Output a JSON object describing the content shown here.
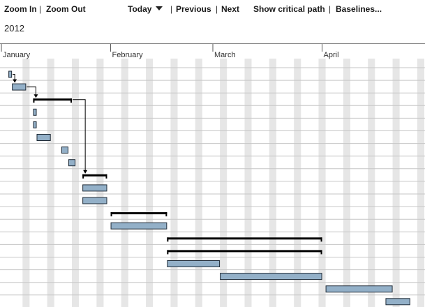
{
  "toolbar": {
    "zoom_in": "Zoom In",
    "zoom_out": "Zoom Out",
    "today": "Today",
    "previous": "Previous",
    "next": "Next",
    "critical_path": "Show critical path",
    "baselines": "Baselines...",
    "separator": "|"
  },
  "year_label": "2012",
  "months": [
    "January",
    "February",
    "March",
    "April"
  ],
  "colors": {
    "task_fill": "#93b0c8",
    "task_stroke": "#1e2a36",
    "summary": "#000000",
    "weekend_band": "#e6e6e6",
    "row_line": "#c6c6c6",
    "dependency": "#000000"
  },
  "chart_data": {
    "type": "gantt",
    "timeline_start": "2012-01-01",
    "timeline_end": "2012-04-30",
    "rows": [
      {
        "kind": "task",
        "start": "2012-01-03",
        "end": "2012-01-04"
      },
      {
        "kind": "task",
        "start": "2012-01-04",
        "end": "2012-01-08"
      },
      {
        "kind": "summary",
        "start": "2012-01-10",
        "end": "2012-01-21"
      },
      {
        "kind": "task",
        "start": "2012-01-10",
        "end": "2012-01-11"
      },
      {
        "kind": "task",
        "start": "2012-01-10",
        "end": "2012-01-11"
      },
      {
        "kind": "task",
        "start": "2012-01-11",
        "end": "2012-01-15"
      },
      {
        "kind": "task",
        "start": "2012-01-18",
        "end": "2012-01-20"
      },
      {
        "kind": "task",
        "start": "2012-01-20",
        "end": "2012-01-22"
      },
      {
        "kind": "summary",
        "start": "2012-01-24",
        "end": "2012-01-31"
      },
      {
        "kind": "task",
        "start": "2012-01-24",
        "end": "2012-01-31"
      },
      {
        "kind": "task",
        "start": "2012-01-24",
        "end": "2012-01-31"
      },
      {
        "kind": "summary",
        "start": "2012-02-01",
        "end": "2012-02-17"
      },
      {
        "kind": "task",
        "start": "2012-02-01",
        "end": "2012-02-17"
      },
      {
        "kind": "summary",
        "start": "2012-02-17",
        "end": "2012-04-01"
      },
      {
        "kind": "summary",
        "start": "2012-02-17",
        "end": "2012-04-01"
      },
      {
        "kind": "task",
        "start": "2012-02-17",
        "end": "2012-03-03"
      },
      {
        "kind": "task",
        "start": "2012-03-03",
        "end": "2012-04-01"
      },
      {
        "kind": "task",
        "start": "2012-04-02",
        "end": "2012-04-21"
      },
      {
        "kind": "task",
        "start": "2012-04-19",
        "end": "2012-04-26"
      }
    ],
    "dependencies": [
      {
        "from": 0,
        "to": 1
      },
      {
        "from": 1,
        "to": 2
      },
      {
        "from": 2,
        "to": 8
      }
    ]
  }
}
